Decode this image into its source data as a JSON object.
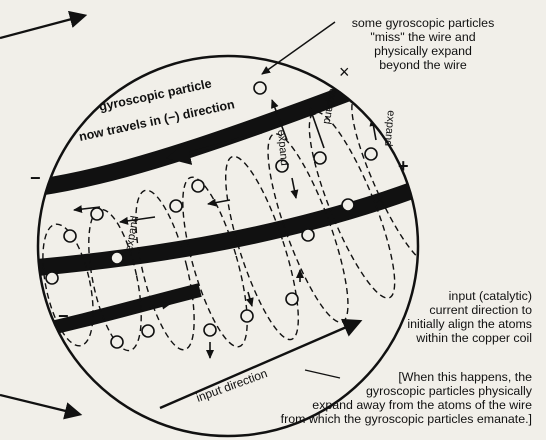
{
  "labels": {
    "miss_note": "some gyroscopic particles\n\"miss\" the wire and\nphysically expand\nbeyond the wire",
    "particle_line1": "gyroscopic particle",
    "particle_line2": "now travels in (−) direction",
    "input_note": "input (catalytic)\ncurrent direction to\ninitially align the atoms\nwithin the copper coil",
    "when_note": "[When this happens, the\ngyroscopic particles physically\nexpand away from the atoms of the wire\nfrom which the gyroscopic particles emanate.]",
    "input_direction": "input direction",
    "expand": "expand",
    "minus": "−",
    "plus": "+",
    "cross": "×"
  },
  "colors": {
    "background": "#f1efe9",
    "ink": "#111111"
  }
}
